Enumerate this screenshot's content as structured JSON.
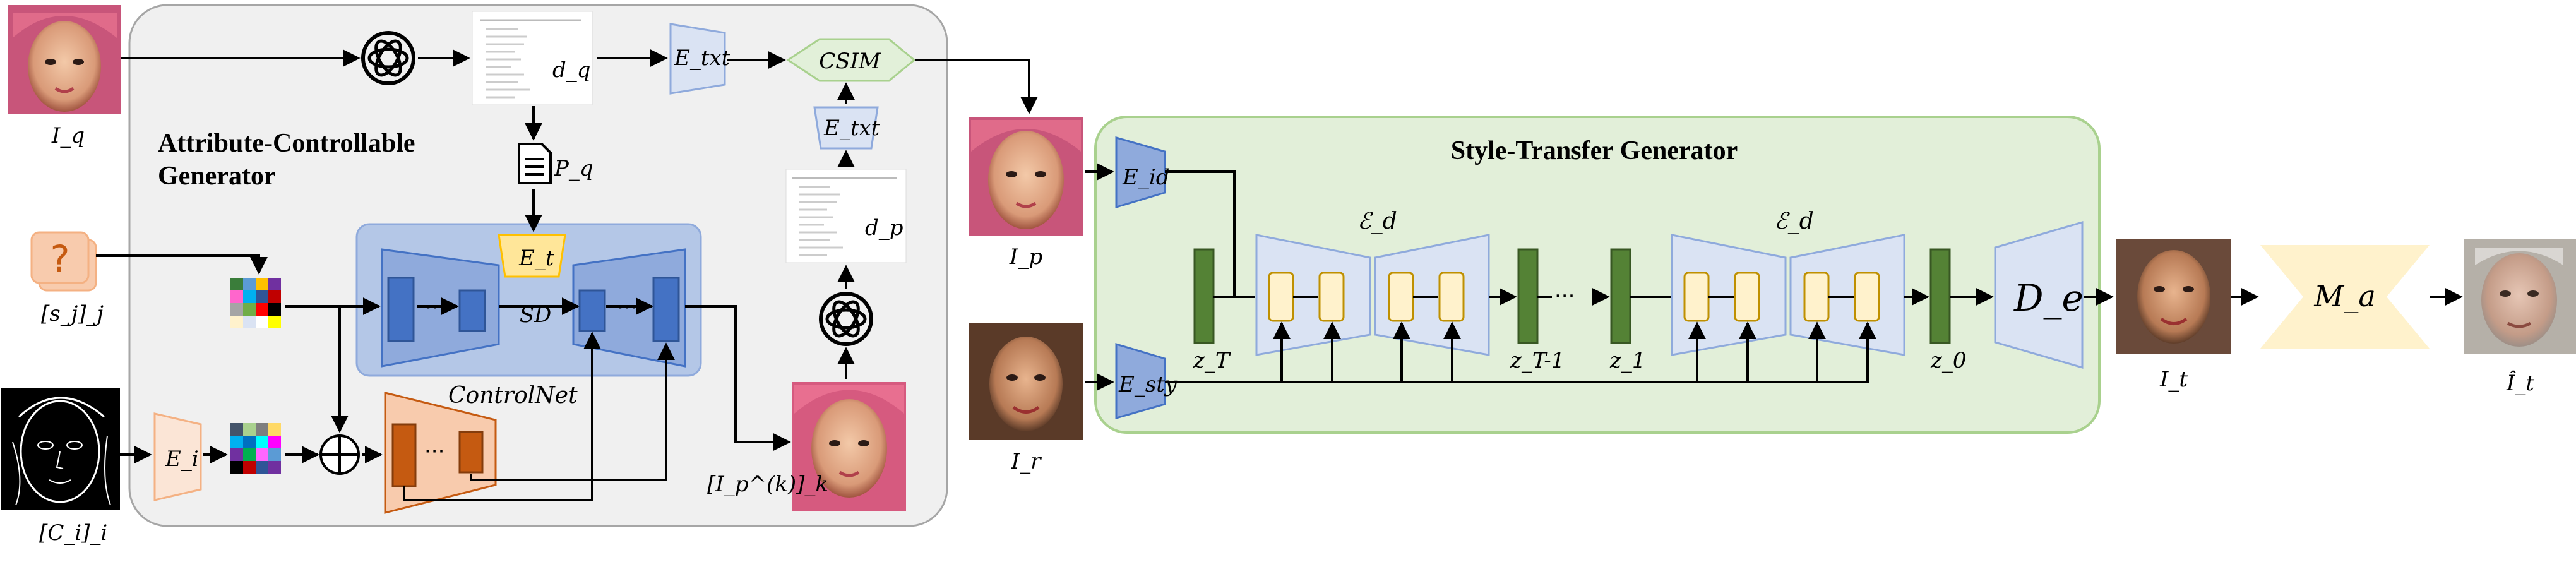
{
  "attr_gen": {
    "title_line1": "Attribute-Controllable",
    "title_line2": "Generator",
    "controlnet_label": "ControlNet",
    "sd_label": "SD",
    "dots": "···"
  },
  "style_gen": {
    "title": "Style-Transfer Generator",
    "dots": "···"
  },
  "labels": {
    "I_q": "I_q",
    "s_j": "[s_j]_j",
    "C_i": "[C_i]_i",
    "E_i": "E_i",
    "E_t": "E_t",
    "d_q": "d_q",
    "P_q": "P_q",
    "E_txt_top": "E_txt",
    "E_txt_mid": "E_txt",
    "CSIM": "CSIM",
    "d_p": "d_p",
    "I_p_k": "[I_p^(k)]_k",
    "I_p": "I_p",
    "I_r": "I_r",
    "E_id": "E_id",
    "E_sty": "E_sty",
    "z_T": "z_T",
    "z_T-1": "z_T-1",
    "z_1": "z_1",
    "z_0": "z_0",
    "eps_d_1": "ℰ_d",
    "eps_d_2": "ℰ_d",
    "D_e": "D_e",
    "I_t": "I_t",
    "M_a": "M_a",
    "I_t_hat": "Î_t",
    "question_mark": "?"
  },
  "colors": {
    "attr_bg": "#f0f0f0",
    "style_bg": "#e2efd9",
    "style_border": "#a9d18e",
    "sd_bg": "#b4c7e7",
    "blue_block": "#4472c4",
    "blue_trap": "#8faadc",
    "encoder_fill": "#dae3f3",
    "orange_dark": "#c55a11",
    "orange_light": "#f8cbad",
    "green_dark": "#548235",
    "yellow": "#fff2cc",
    "csim_fill": "#e2f0d9"
  }
}
